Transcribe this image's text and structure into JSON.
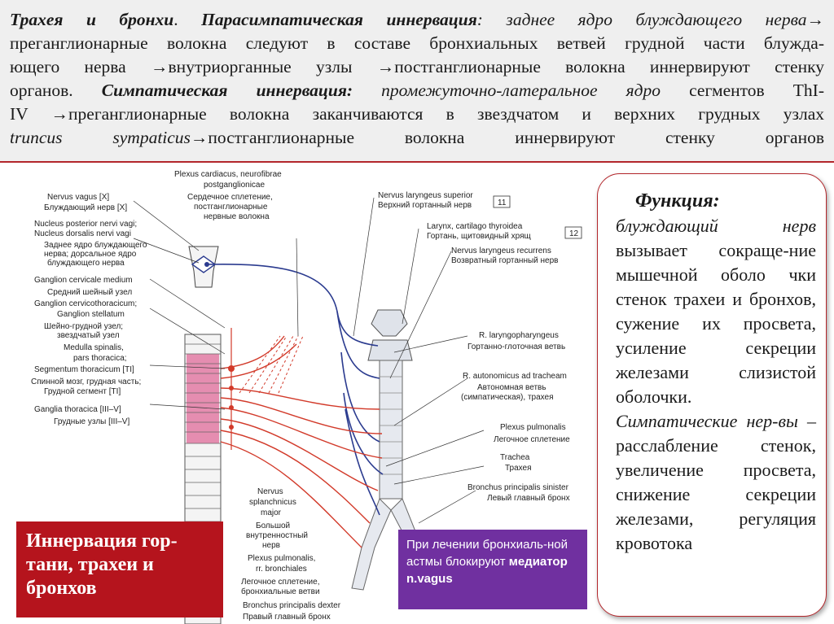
{
  "header": {
    "line1": {
      "title": "Трахея и бронхи",
      "sep": ". ",
      "para_label": "Парасимпатическая иннервация",
      "rest": ": заднее ядро блуждающего нерва→"
    },
    "line2": "преганглионарные волокна следуют в составе бронхиальных ветвей грудной части блужда-",
    "line3": "ющего нерва →внутриорганные узлы →постганглионарные волокна иннервируют стенку",
    "line4": {
      "start": "органов. ",
      "symp_label": "Симпатическая иннервация:",
      "nucleus": " промежуточно-латеральное ядро",
      "end": " сегментов ThI-"
    },
    "line5": "IV →преганглионарные волокна заканчиваются в звездчатом и верхних грудных узлах",
    "line6": {
      "truncus": "truncus sympaticus",
      "end": "→постганглионарные волокна иннервируют стенку органов"
    }
  },
  "figure": {
    "labels_left": [
      "Nervus vagus [X]",
      "Блуждающий нерв [X]",
      "Nucleus posterior nervi vagi;",
      "Nucleus dorsalis nervi vagi",
      "Заднее ядро блуждающего",
      "нерва; дорсальное ядро",
      "блуждающего нерва",
      "Ganglion cervicale medium",
      "Средний шейный узел",
      "Ganglion cervicothoracicum;",
      "Ganglion stellatum",
      "Шейно-грудной узел;",
      "звездчатый узел",
      "Medulla spinalis,",
      "pars thoracica;",
      "Segmentum thoracicum [TI]",
      "Спинной мозг, грудная часть;",
      "Грудной сегмент [TI]",
      "Ganglia thoracica [III–V]",
      "Грудные узлы [III–V]"
    ],
    "labels_top": [
      "Plexus cardiacus, neurofibrae",
      "postganglionicae",
      "Сердечное сплетение,",
      "постганглионарные",
      "нервные волокна"
    ],
    "labels_right": [
      "Nervus laryngeus superior",
      "Верхний гортанный нерв",
      "11",
      "Larynx, cartilago thyroidea",
      "Гортань, щитовидный хрящ",
      "12",
      "Nervus laryngeus recurrens",
      "Возвратный гортанный нерв",
      "R. laryngopharyngeus",
      "Гортанно-глоточная ветвь",
      "R. autonomicus ad tracheam",
      "Автономная ветвь",
      "(симпатическая), трахея",
      "Plexus pulmonalis",
      "Легочное сплетение",
      "Trachea",
      "Трахея",
      "Bronchus principalis sinister",
      "Левый главный бронх"
    ],
    "labels_bottom": [
      "Nervus",
      "splanchnicus",
      "major",
      "Большой",
      "внутренностный",
      "нерв",
      "Plexus pulmonalis,",
      "rr. bronchiales",
      "Легочное сплетение,",
      "бронхиальные ветви",
      "Bronchus principalis dexter",
      "Правый главный бронх"
    ]
  },
  "function_box": {
    "title": "Функция:",
    "text_italic_1": "блуждающий нерв",
    "text_1": " вызывает сокраще-ние мышечной оболо чки стенок трахеи и бронхов, сужение их просвета, усиление секреции железами слизистой оболочки. ",
    "text_italic_2": "Симпатические нер-вы",
    "text_2": " – расслабление стенок, увеличение просвета, снижение секреции железами, регуляция кровотока"
  },
  "red_box": {
    "text": "Иннервация гор-тани, трахеи и бронхов"
  },
  "purple_box": {
    "text": "При лечении бронхиаль-ной астмы блокируют ",
    "bold": "медиатор n.vagus"
  },
  "colors": {
    "accent_red": "#b3262b",
    "red_box": "#b5141d",
    "purple_box": "#7030a0",
    "nerve_red": "#d23a2a",
    "nerve_blue": "#2b3b8f"
  }
}
